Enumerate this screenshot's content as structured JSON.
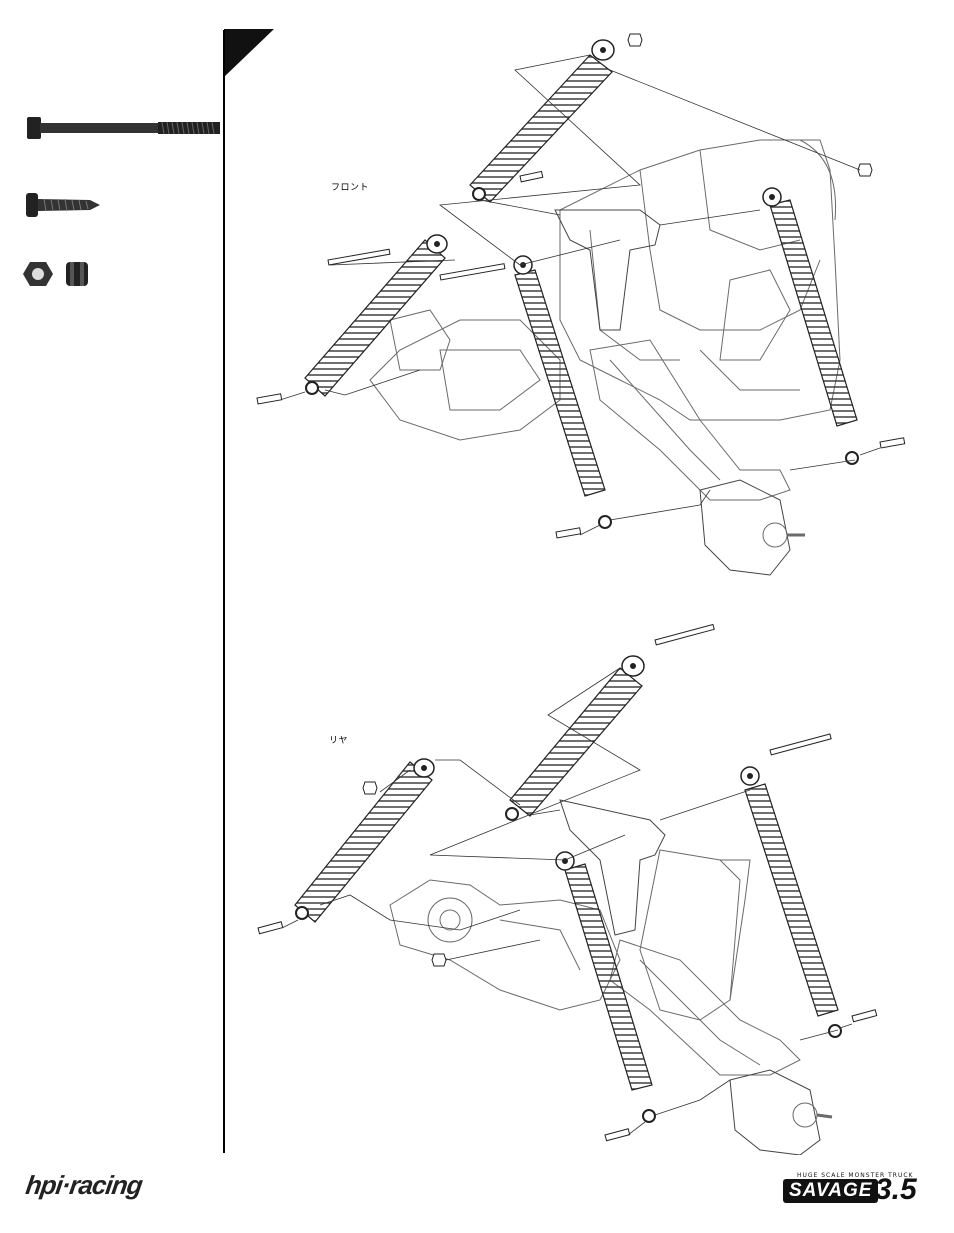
{
  "labels": {
    "front": "フロント",
    "rear": "リヤ"
  },
  "footer": {
    "brand": "hpi·racing",
    "product_tagline": "HUGE SCALE MONSTER TRUCK",
    "product_name": "SAVAGE",
    "product_version": "3.5"
  },
  "icons": {
    "screw": "long-cap-screw-icon",
    "tapping": "tapping-screw-icon",
    "nut": "lock-nut-icon",
    "flange": "flange-nut-icon"
  },
  "colors": {
    "ink": "#111111",
    "line_art": "#6a6a6a",
    "background": "#ffffff"
  }
}
